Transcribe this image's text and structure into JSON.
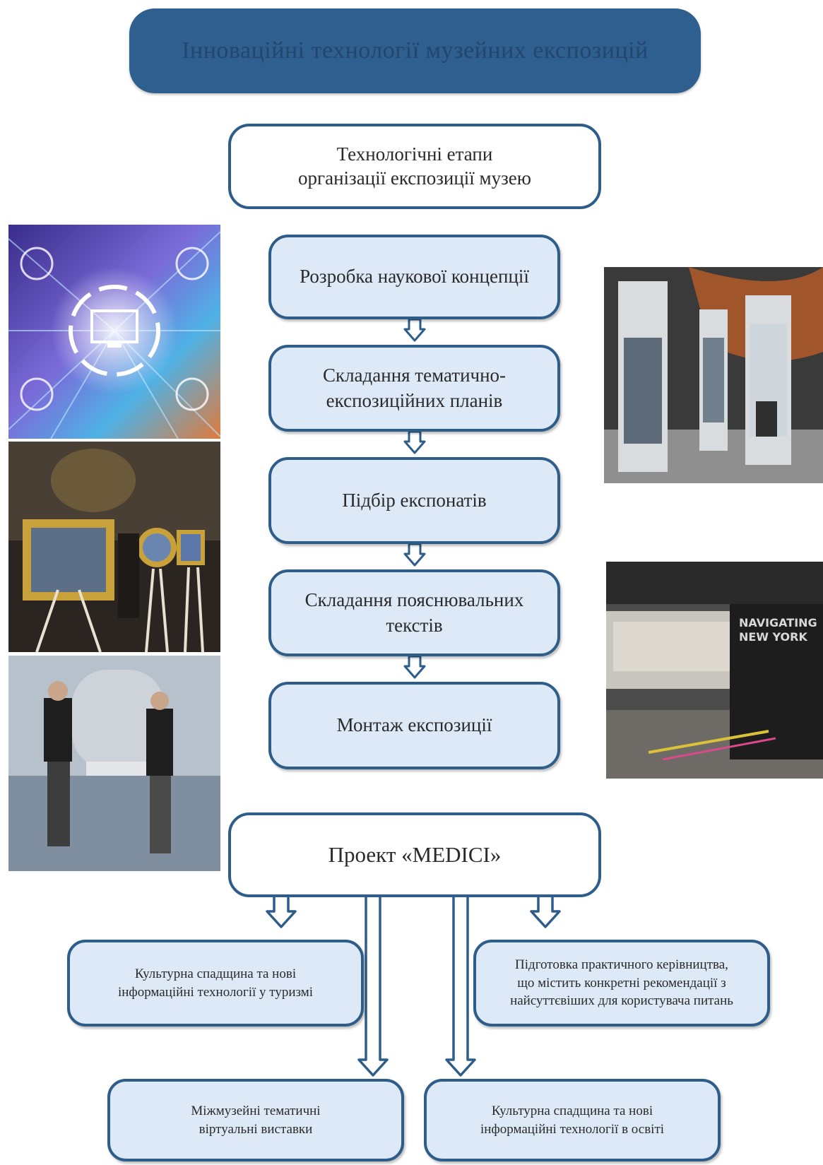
{
  "title": "Інноваційні технології музейних експозицій",
  "stages": {
    "header": "Технологічні етапи\nорганізації експозиції музею",
    "steps": [
      "Розробка наукової концепції",
      "Складання тематично-\nекспозиційних планів",
      "Підбір експонатів",
      "Складання пояснювальних\nтекстів",
      "Монтаж експозиції"
    ]
  },
  "project": {
    "title": "Проект «MEDICI»",
    "outcomes": [
      "Культурна спадщина та нові\nінформаційні технології у туризмі",
      "Підготовка практичного керівництва,\nщо містить конкретні рекомендації з\nнайсуттєвіших для користувача питань",
      "Міжмузейні тематичні\nвіртуальні виставки",
      "Культурна спадщина та нові\nінформаційні технології в освіті"
    ]
  },
  "photo_captions": {
    "exhibit_sign": "NAVIGATING\nNEW YORK"
  },
  "colors": {
    "title_fill": "#2f5f8f",
    "box_border": "#2e5d8a",
    "step_fill": "#dde9f7"
  }
}
